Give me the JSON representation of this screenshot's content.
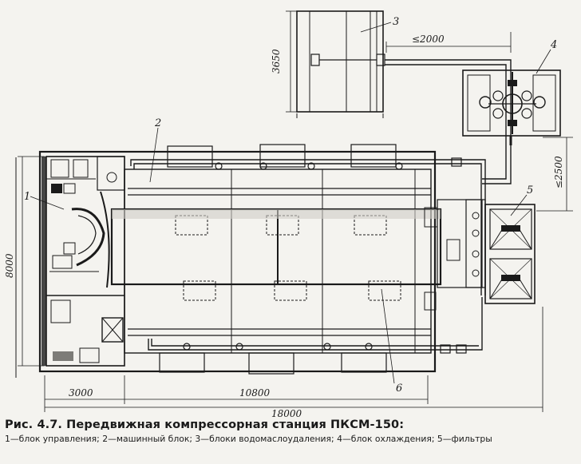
{
  "figure": {
    "caption_title": "Рис. 4.7. Передвижная компрессорная станция ПКСМ-150:",
    "caption_legend": "1—блок управления; 2—машинный блок; 3—блоки водомаслоудаления; 4—блок охлаждения; 5—фильтры"
  },
  "callouts": [
    "1",
    "2",
    "3",
    "4",
    "5",
    "6"
  ],
  "dimensions": {
    "d3650": "3650",
    "d2000": "≤2000",
    "d2500": "≤2500",
    "d8000": "8000",
    "d3000": "3000",
    "d10800": "10800",
    "d18000": "18000"
  },
  "colors": {
    "ink": "#1a1a1a",
    "paper": "#f4f3ef",
    "shade": "#b9b8b2"
  }
}
